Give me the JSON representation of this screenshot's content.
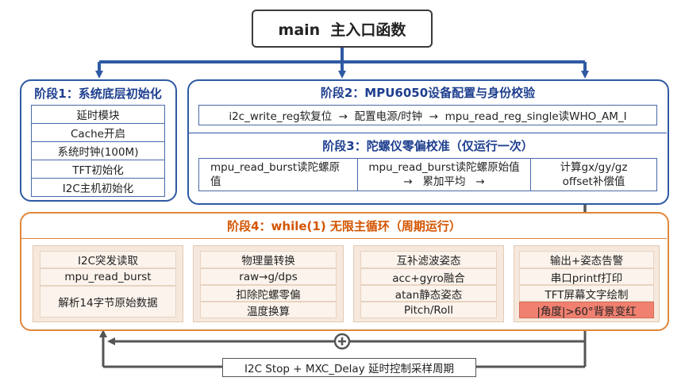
{
  "main": {
    "title": "main  主入口函数"
  },
  "stage1": {
    "title": "阶段1：系统底层初始化",
    "items": [
      "延时模块",
      "Cache开启",
      "系统时钟(100M)",
      "TFT初始化",
      "I2C主机初始化"
    ]
  },
  "stage2": {
    "title": "阶段2：MPU6050设备配置与身份校验",
    "flow": "i2c_write_reg软复位  →  配置电源/时钟  →  mpu_read_reg_single读WHO_AM_I"
  },
  "stage3": {
    "title": "阶段3：陀螺仪零偏校准（仅运行一次）",
    "cells": [
      [
        "mpu_read_burst读陀螺原",
        "值"
      ],
      [
        "mpu_read_burst读陀螺原始值",
        "→   累加平均   →"
      ],
      [
        "计算gx/gy/gz",
        "offset补偿值"
      ]
    ]
  },
  "stage4": {
    "title": "阶段4：while(1) 无限主循环（周期运行）",
    "columns": [
      {
        "items": [
          "I2C突发读取",
          "mpu_read_burst",
          "解析14字节原始数据"
        ]
      },
      {
        "items": [
          "物理量转换",
          "raw→g/dps",
          "扣除陀螺零偏",
          "温度换算"
        ]
      },
      {
        "items": [
          "互补滤波姿态",
          "acc+gyro融合",
          "atan静态姿态",
          "Pitch/Roll"
        ]
      },
      {
        "items": [
          "输出+姿态告警",
          "串口printf打印",
          "TFT屏幕文字绘制",
          "|角度|>60°背景变红"
        ]
      }
    ]
  },
  "footer": {
    "label": "I2C Stop + MXC_Delay 延时控制采样周期"
  },
  "colors": {
    "blue": "#2f5aa3",
    "orange": "#e0873a",
    "tan": "#f6e8dc",
    "alert_red": "#f08070",
    "arrow_gray": "#555555"
  }
}
